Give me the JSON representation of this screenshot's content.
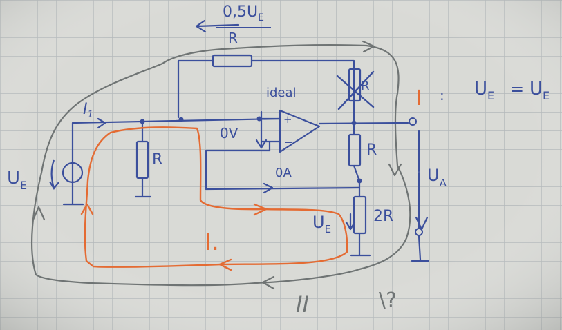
{
  "colors": {
    "paper": "#d9dad6",
    "grid": "#b3b8ba",
    "ink_blue": "#3b4f9c",
    "ink_orange": "#e46b33",
    "ink_gray": "#6f7474"
  },
  "labels": {
    "feedback_current_value": "0,5U",
    "feedback_current_sub": "E",
    "feedback_current_den": "R",
    "opamp_note": "ideal",
    "opamp_plus": "+",
    "opamp_minus": "−",
    "input_current": "I",
    "input_current_sub": "1",
    "source_voltage": "U",
    "source_voltage_sub": "E",
    "resistor_left": "R",
    "resistor_right": "R",
    "resistor_bottom": "2R",
    "resistor_crossed": "R",
    "voltage_zero": "0V",
    "current_zero": "0A",
    "drop_2r": "U",
    "drop_2r_sub": "E",
    "output_voltage": "U",
    "output_voltage_sub": "A",
    "loop_one": "I.",
    "loop_two": "II",
    "question": "\\?",
    "eq_mark": "I",
    "eq_colon": ":",
    "eq_left": "U",
    "eq_left_sub": "E",
    "eq_sign": "=",
    "eq_right": "U",
    "eq_right_sub": "E"
  }
}
